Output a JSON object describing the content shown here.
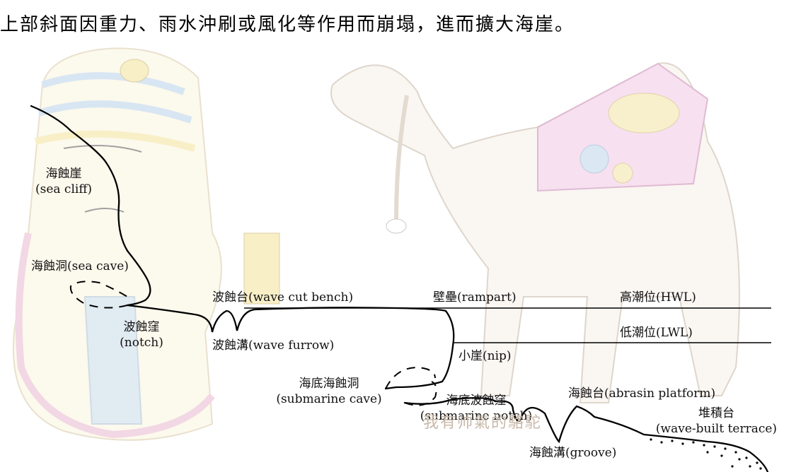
{
  "caption": "上部斜面因重力、雨水沖刷或風化等作用而崩塌，進而擴大海崖。",
  "labels": {
    "sea_cliff_zh": "海蝕崖",
    "sea_cliff_en": "(sea cliff)",
    "sea_cave": "海蝕洞(sea cave)",
    "notch_zh": "波蝕窪",
    "notch_en": "(notch)",
    "wave_cut_bench": "波蝕台(wave cut bench)",
    "wave_furrow": "波蝕溝(wave furrow)",
    "rampart": "壁壘(rampart)",
    "hwl": "高潮位(HWL)",
    "lwl": "低潮位(LWL)",
    "nip": "小崖(nip)",
    "submarine_cave_zh": "海底海蝕洞",
    "submarine_cave_en": "(submarine cave)",
    "submarine_notch_zh": "海底波蝕窪",
    "submarine_notch_en": "(submarine notch)",
    "abrasion_platform": "海蝕台(abrasin platform)",
    "wave_built_terrace_zh": "堆積台",
    "wave_built_terrace_en": "(wave-built terrace)",
    "groove": "海蝕溝(groove)"
  },
  "watermark": "我有帅氣的駱駝",
  "colors": {
    "line": "#000000",
    "sketch_blue": "#b9d3ea",
    "sketch_yellow": "#f3e39a",
    "sketch_pink": "#e9b7cf",
    "sketch_brown": "#c9b7a3"
  }
}
